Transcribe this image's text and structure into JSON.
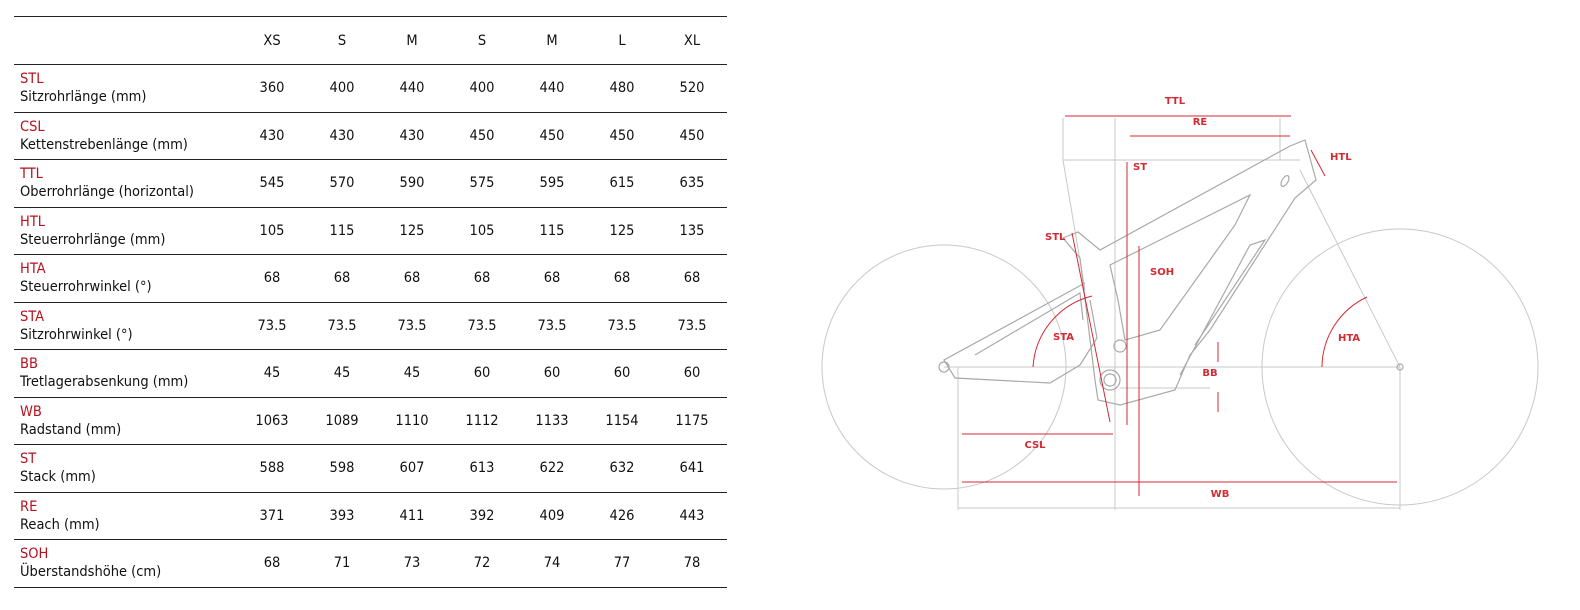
{
  "table": {
    "sizes": [
      "XS",
      "S",
      "M",
      "S",
      "M",
      "L",
      "XL"
    ],
    "rows": [
      {
        "abbr": "STL",
        "label": "Sitzrohrlänge (mm)",
        "values": [
          "360",
          "400",
          "440",
          "400",
          "440",
          "480",
          "520"
        ]
      },
      {
        "abbr": "CSL",
        "label": "Kettenstrebenlänge (mm)",
        "values": [
          "430",
          "430",
          "430",
          "450",
          "450",
          "450",
          "450"
        ]
      },
      {
        "abbr": "TTL",
        "label": "Oberrohrlänge (horizontal)",
        "values": [
          "545",
          "570",
          "590",
          "575",
          "595",
          "615",
          "635"
        ]
      },
      {
        "abbr": "HTL",
        "label": "Steuerrohrlänge (mm)",
        "values": [
          "105",
          "115",
          "125",
          "105",
          "115",
          "125",
          "135"
        ]
      },
      {
        "abbr": "HTA",
        "label": "Steuerrohrwinkel (°)",
        "values": [
          "68",
          "68",
          "68",
          "68",
          "68",
          "68",
          "68"
        ]
      },
      {
        "abbr": "STA",
        "label": "Sitzrohrwinkel (°)",
        "values": [
          "73.5",
          "73.5",
          "73.5",
          "73.5",
          "73.5",
          "73.5",
          "73.5"
        ]
      },
      {
        "abbr": "BB",
        "label": "Tretlagerabsenkung (mm)",
        "values": [
          "45",
          "45",
          "45",
          "60",
          "60",
          "60",
          "60"
        ]
      },
      {
        "abbr": "WB",
        "label": "Radstand (mm)",
        "values": [
          "1063",
          "1089",
          "1110",
          "1112",
          "1133",
          "1154",
          "1175"
        ]
      },
      {
        "abbr": "ST",
        "label": "Stack (mm)",
        "values": [
          "588",
          "598",
          "607",
          "613",
          "622",
          "632",
          "641"
        ]
      },
      {
        "abbr": "RE",
        "label": "Reach (mm)",
        "values": [
          "371",
          "393",
          "411",
          "392",
          "409",
          "426",
          "443"
        ]
      },
      {
        "abbr": "SOH",
        "label": "Überstandshöhe (cm)",
        "values": [
          "68",
          "71",
          "73",
          "72",
          "74",
          "77",
          "78"
        ]
      }
    ]
  },
  "diagram": {
    "labels": {
      "ttl": "TTL",
      "re": "RE",
      "htl": "HTL",
      "st": "ST",
      "stl": "STL",
      "soh": "SOH",
      "sta": "STA",
      "hta": "HTA",
      "bb": "BB",
      "csl": "CSL",
      "wb": "WB"
    },
    "accent_color": "#d42a34"
  }
}
